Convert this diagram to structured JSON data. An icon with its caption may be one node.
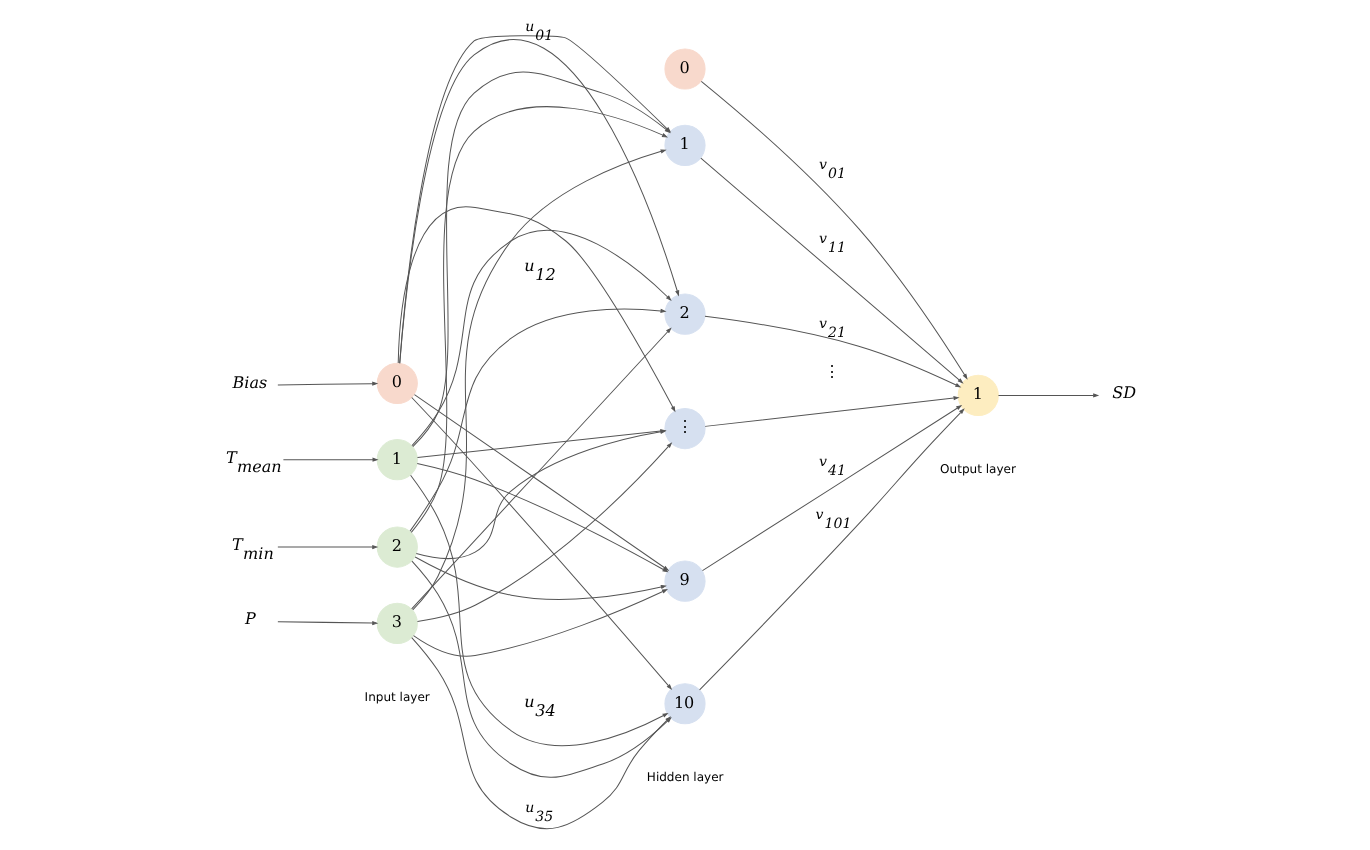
{
  "diagram": {
    "nodes": [
      {
        "text": [
          "Bias"
        ]
      },
      {
        "text": [
          "T$_{mean}$"
        ]
      },
      {
        "text": [
          "T$_{min}$"
        ]
      },
      {
        "text": [
          "P"
        ]
      },
      {
        "text": [
          "0"
        ]
      },
      {
        "text": [
          "1"
        ]
      },
      {
        "text": [
          "2"
        ]
      },
      {
        "text": [
          "3"
        ]
      },
      {
        "text": [
          "0"
        ]
      },
      {
        "text": [
          "1"
        ]
      },
      {
        "text": [
          "2"
        ]
      },
      {
        "text": [
          "⋮"
        ]
      },
      {
        "text": [
          "9"
        ]
      },
      {
        "text": [
          "10"
        ]
      },
      {
        "text": [
          "1"
        ]
      },
      {
        "text": [
          "SD"
        ]
      }
    ],
    "edges": [
      {
        "from": 0,
        "to": 4,
        "arrow": "to"
      },
      {
        "from": 1,
        "to": 5,
        "arrow": "to"
      },
      {
        "from": 2,
        "to": 6,
        "arrow": "to"
      },
      {
        "from": 3,
        "to": 7,
        "arrow": "to"
      },
      {
        "from": 4,
        "to": 9,
        "arrow": "to",
        "label": "u$_{01}$"
      },
      {
        "from": 4,
        "to": 10,
        "arrow": "to"
      },
      {
        "from": 4,
        "to": 11,
        "arrow": "to"
      },
      {
        "from": 4,
        "to": 12,
        "arrow": "to"
      },
      {
        "from": 4,
        "to": 13,
        "arrow": "to"
      },
      {
        "from": 5,
        "to": 9,
        "arrow": "to"
      },
      {
        "from": 5,
        "to": 10,
        "arrow": "to"
      },
      {
        "from": 5,
        "to": 11,
        "arrow": "to"
      },
      {
        "from": 5,
        "to": 12,
        "arrow": "to"
      },
      {
        "from": 5,
        "to": 13,
        "arrow": "to"
      },
      {
        "from": 6,
        "to": 9,
        "arrow": "to"
      },
      {
        "from": 6,
        "to": 10,
        "arrow": "to"
      },
      {
        "from": 6,
        "to": 11,
        "arrow": "to"
      },
      {
        "from": 6,
        "to": 12,
        "arrow": "to"
      },
      {
        "from": 6,
        "to": 13,
        "arrow": "to"
      },
      {
        "from": 7,
        "to": 9,
        "arrow": "to"
      },
      {
        "from": 7,
        "to": 10,
        "arrow": "to"
      },
      {
        "from": 7,
        "to": 11,
        "arrow": "to"
      },
      {
        "from": 7,
        "to": 12,
        "arrow": "to"
      },
      {
        "from": 7,
        "to": 13,
        "arrow": "to",
        "label": "u$_{35}$"
      },
      {
        "from": 8,
        "to": 14,
        "arrow": "to",
        "label": "v$_{01}$"
      },
      {
        "from": 9,
        "to": 14,
        "arrow": "to",
        "label": "v$_{11}$"
      },
      {
        "from": 10,
        "to": 14,
        "arrow": "to",
        "label": "v$_{21}$"
      },
      {
        "from": 11,
        "to": 14,
        "arrow": "to"
      },
      {
        "from": 12,
        "to": 14,
        "arrow": "to",
        "label": "v$_{41}$"
      },
      {
        "from": 13,
        "to": 14,
        "arrow": "to",
        "label": "v$_{101}$"
      },
      {
        "from": 14,
        "to": 15,
        "arrow": "to"
      }
    ],
    "labels": [
      "u$_{12}$",
      "u$_{34}$",
      "⋮",
      "Input layer",
      "Hidden layer",
      "Output layer"
    ]
  }
}
